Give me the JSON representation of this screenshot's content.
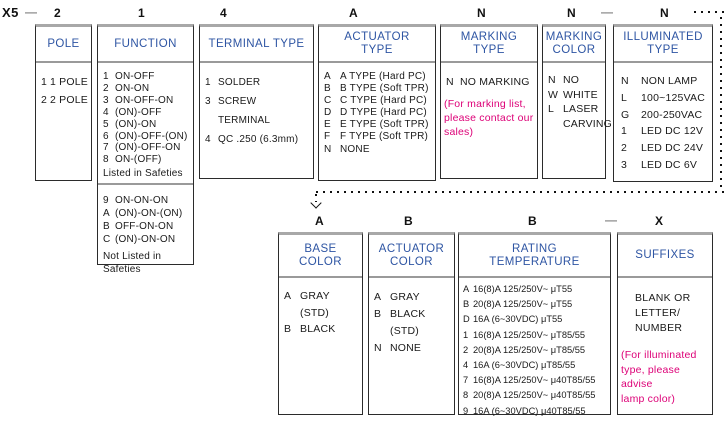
{
  "colors": {
    "title_blue": "#2e55a3",
    "note_magenta": "#dd0077",
    "box_border": "#2b2b2b",
    "box_border_top_gray": "#a8a8a8"
  },
  "codes": {
    "prefix": "X5",
    "dash": "—",
    "row1": [
      "2",
      "1",
      "4",
      "A",
      "N",
      "N",
      "N"
    ],
    "row2": [
      "A",
      "B",
      "B",
      "X"
    ]
  },
  "row1": {
    "boxes": [
      {
        "code": "2",
        "title": "POLE",
        "items": [
          {
            "code": "1",
            "label": "1 POLE"
          },
          {
            "code": "2",
            "label": "2 POLE"
          }
        ]
      },
      {
        "code": "1",
        "title": "FUNCTION",
        "items": [
          {
            "code": "1",
            "label": "ON-OFF"
          },
          {
            "code": "2",
            "label": "ON-ON"
          },
          {
            "code": "3",
            "label": "ON-OFF-ON"
          },
          {
            "code": "4",
            "label": "(ON)-OFF"
          },
          {
            "code": "5",
            "label": "(ON)-ON"
          },
          {
            "code": "6",
            "label": "(ON)-OFF-(ON)"
          },
          {
            "code": "7",
            "label": "(ON)-OFF-ON"
          },
          {
            "code": "8",
            "label": "ON-(OFF)"
          }
        ],
        "group1_note": "Listed in Safeties",
        "items2": [
          {
            "code": "9",
            "label": "ON-ON-ON"
          },
          {
            "code": "A",
            "label": "(ON)-ON-(ON)"
          },
          {
            "code": "B",
            "label": "OFF-ON-ON"
          },
          {
            "code": "C",
            "label": "(ON)-ON-ON"
          }
        ],
        "group2_note": "Not Listed in\nSafeties"
      },
      {
        "code": "4",
        "title": "TERMINAL TYPE",
        "items": [
          {
            "code": "1",
            "label": "SOLDER"
          },
          {
            "code": "3",
            "label": "SCREW TERMINAL"
          },
          {
            "code": "4",
            "label": "QC .250 (6.3mm)"
          }
        ]
      },
      {
        "code": "A",
        "title": "ACTUATOR\nTYPE",
        "items": [
          {
            "code": "A",
            "label": "A TYPE (Hard PC)"
          },
          {
            "code": "B",
            "label": "B TYPE (Soft TPR)"
          },
          {
            "code": "C",
            "label": "C TYPE (Hard PC)"
          },
          {
            "code": "D",
            "label": "D TYPE (Hard PC)"
          },
          {
            "code": "E",
            "label": "E TYPE (Soft TPR)"
          },
          {
            "code": "F",
            "label": "F TYPE (Soft TPR)"
          },
          {
            "code": "N",
            "label": "NONE"
          }
        ]
      },
      {
        "code": "N",
        "title": "MARKING\nTYPE",
        "items": [
          {
            "code": "N",
            "label": "NO MARKING"
          }
        ],
        "note": "(For marking list,\nplease contact our\nsales)"
      },
      {
        "code": "N",
        "title": "MARKING\nCOLOR",
        "items": [
          {
            "code": "N",
            "label": "NO"
          },
          {
            "code": "W",
            "label": "WHITE"
          },
          {
            "code": "L",
            "label": "LASER\nCARVING"
          }
        ]
      },
      {
        "code": "N",
        "title": "ILLUMINATED\nTYPE",
        "items": [
          {
            "code": "N",
            "label": "NON LAMP"
          },
          {
            "code": "L",
            "label": "100~125VAC"
          },
          {
            "code": "G",
            "label": "200-250VAC"
          },
          {
            "code": "1",
            "label": "LED DC 12V"
          },
          {
            "code": "2",
            "label": "LED DC 24V"
          },
          {
            "code": "3",
            "label": "LED DC 6V"
          }
        ]
      }
    ]
  },
  "row2": {
    "boxes": [
      {
        "code": "A",
        "title": "BASE\nCOLOR",
        "items": [
          {
            "code": "A",
            "label": "GRAY (STD)"
          },
          {
            "code": "B",
            "label": "BLACK"
          }
        ]
      },
      {
        "code": "B",
        "title": "ACTUATOR\nCOLOR",
        "items": [
          {
            "code": "A",
            "label": "GRAY"
          },
          {
            "code": "B",
            "label": "BLACK (STD)"
          },
          {
            "code": "N",
            "label": "NONE"
          }
        ]
      },
      {
        "code": "B",
        "title": "RATING\nTEMPERATURE",
        "items": [
          {
            "code": "A",
            "label": "16(8)A 125/250V~ μT55"
          },
          {
            "code": "B",
            "label": "20(8)A 125/250V~ μT55"
          },
          {
            "code": "D",
            "label": "16A (6~30VDC) μT55"
          },
          {
            "code": "1",
            "label": "16(8)A 125/250V~ μT85/55"
          },
          {
            "code": "2",
            "label": "20(8)A 125/250V~ μT85/55"
          },
          {
            "code": "4",
            "label": "16A (6~30VDC) μT85/55"
          },
          {
            "code": "7",
            "label": "16(8)A 125/250V~ μ40T85/55"
          },
          {
            "code": "8",
            "label": "20(8)A 125/250V~ μ40T85/55"
          },
          {
            "code": "9",
            "label": "16A (6~30VDC) μ40T85/55"
          }
        ]
      },
      {
        "code": "X",
        "title": "SUFFIXES",
        "body": "BLANK OR\nLETTER/\nNUMBER",
        "note": "(For illuminated\ntype, please advise\nlamp color)"
      }
    ]
  }
}
